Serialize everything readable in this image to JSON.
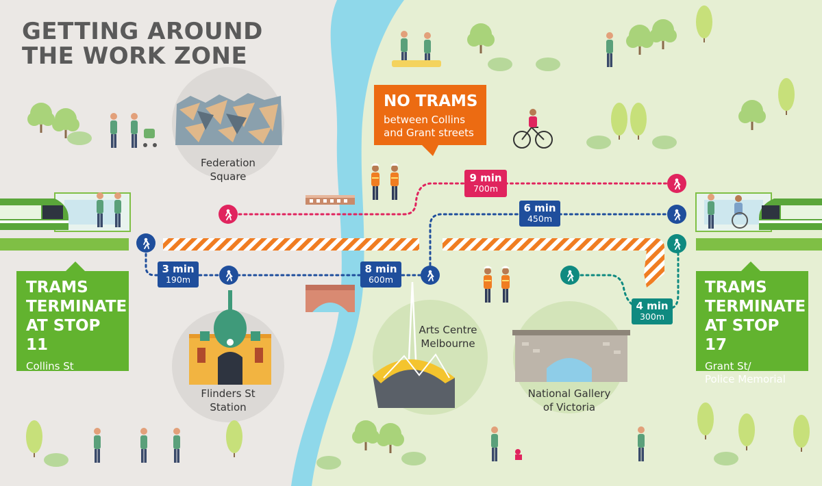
{
  "title": {
    "line1": "GETTING AROUND",
    "line2": "THE WORK ZONE"
  },
  "no_trams": {
    "heading": "NO TRAMS",
    "line1": "between Collins",
    "line2": "and Grant streets"
  },
  "terminate_west": {
    "line1": "TRAMS",
    "line2": "TERMINATE",
    "line3": "AT STOP 11",
    "street": "Collins St"
  },
  "terminate_east": {
    "line1": "TRAMS",
    "line2": "TERMINATE",
    "line3": "AT STOP 17",
    "street1": "Grant St/",
    "street2": "Police Memorial"
  },
  "landmarks": {
    "federation": {
      "line1": "Federation",
      "line2": "Square"
    },
    "flinders": {
      "line1": "Flinders St",
      "line2": "Station"
    },
    "arts": {
      "line1": "Arts Centre",
      "line2": "Melbourne"
    },
    "ngv": {
      "line1": "National Gallery",
      "line2": "of Victoria"
    }
  },
  "routes": {
    "pink": {
      "time": "9 min",
      "distance": "700m",
      "color": "#e0245e"
    },
    "blue_east": {
      "time": "6 min",
      "distance": "450m",
      "color": "#1f4e9c"
    },
    "blue_west_a": {
      "time": "3 min",
      "distance": "190m",
      "color": "#1f4e9c"
    },
    "blue_west_b": {
      "time": "8 min",
      "distance": "600m",
      "color": "#1f4e9c"
    },
    "teal": {
      "time": "4 min",
      "distance": "300m",
      "color": "#0f8a80"
    }
  },
  "colors": {
    "left_bg": "#ebe8e5",
    "right_bg": "#e6efd3",
    "river": "#8fd8ea",
    "callout_orange": "#ec6b12",
    "callout_green": "#62b32f",
    "works_orange": "#f07d22"
  },
  "icons": [
    "pedestrian-icon",
    "tram-icon",
    "tree-icon",
    "person-icon",
    "worker-icon",
    "cyclist-icon"
  ]
}
